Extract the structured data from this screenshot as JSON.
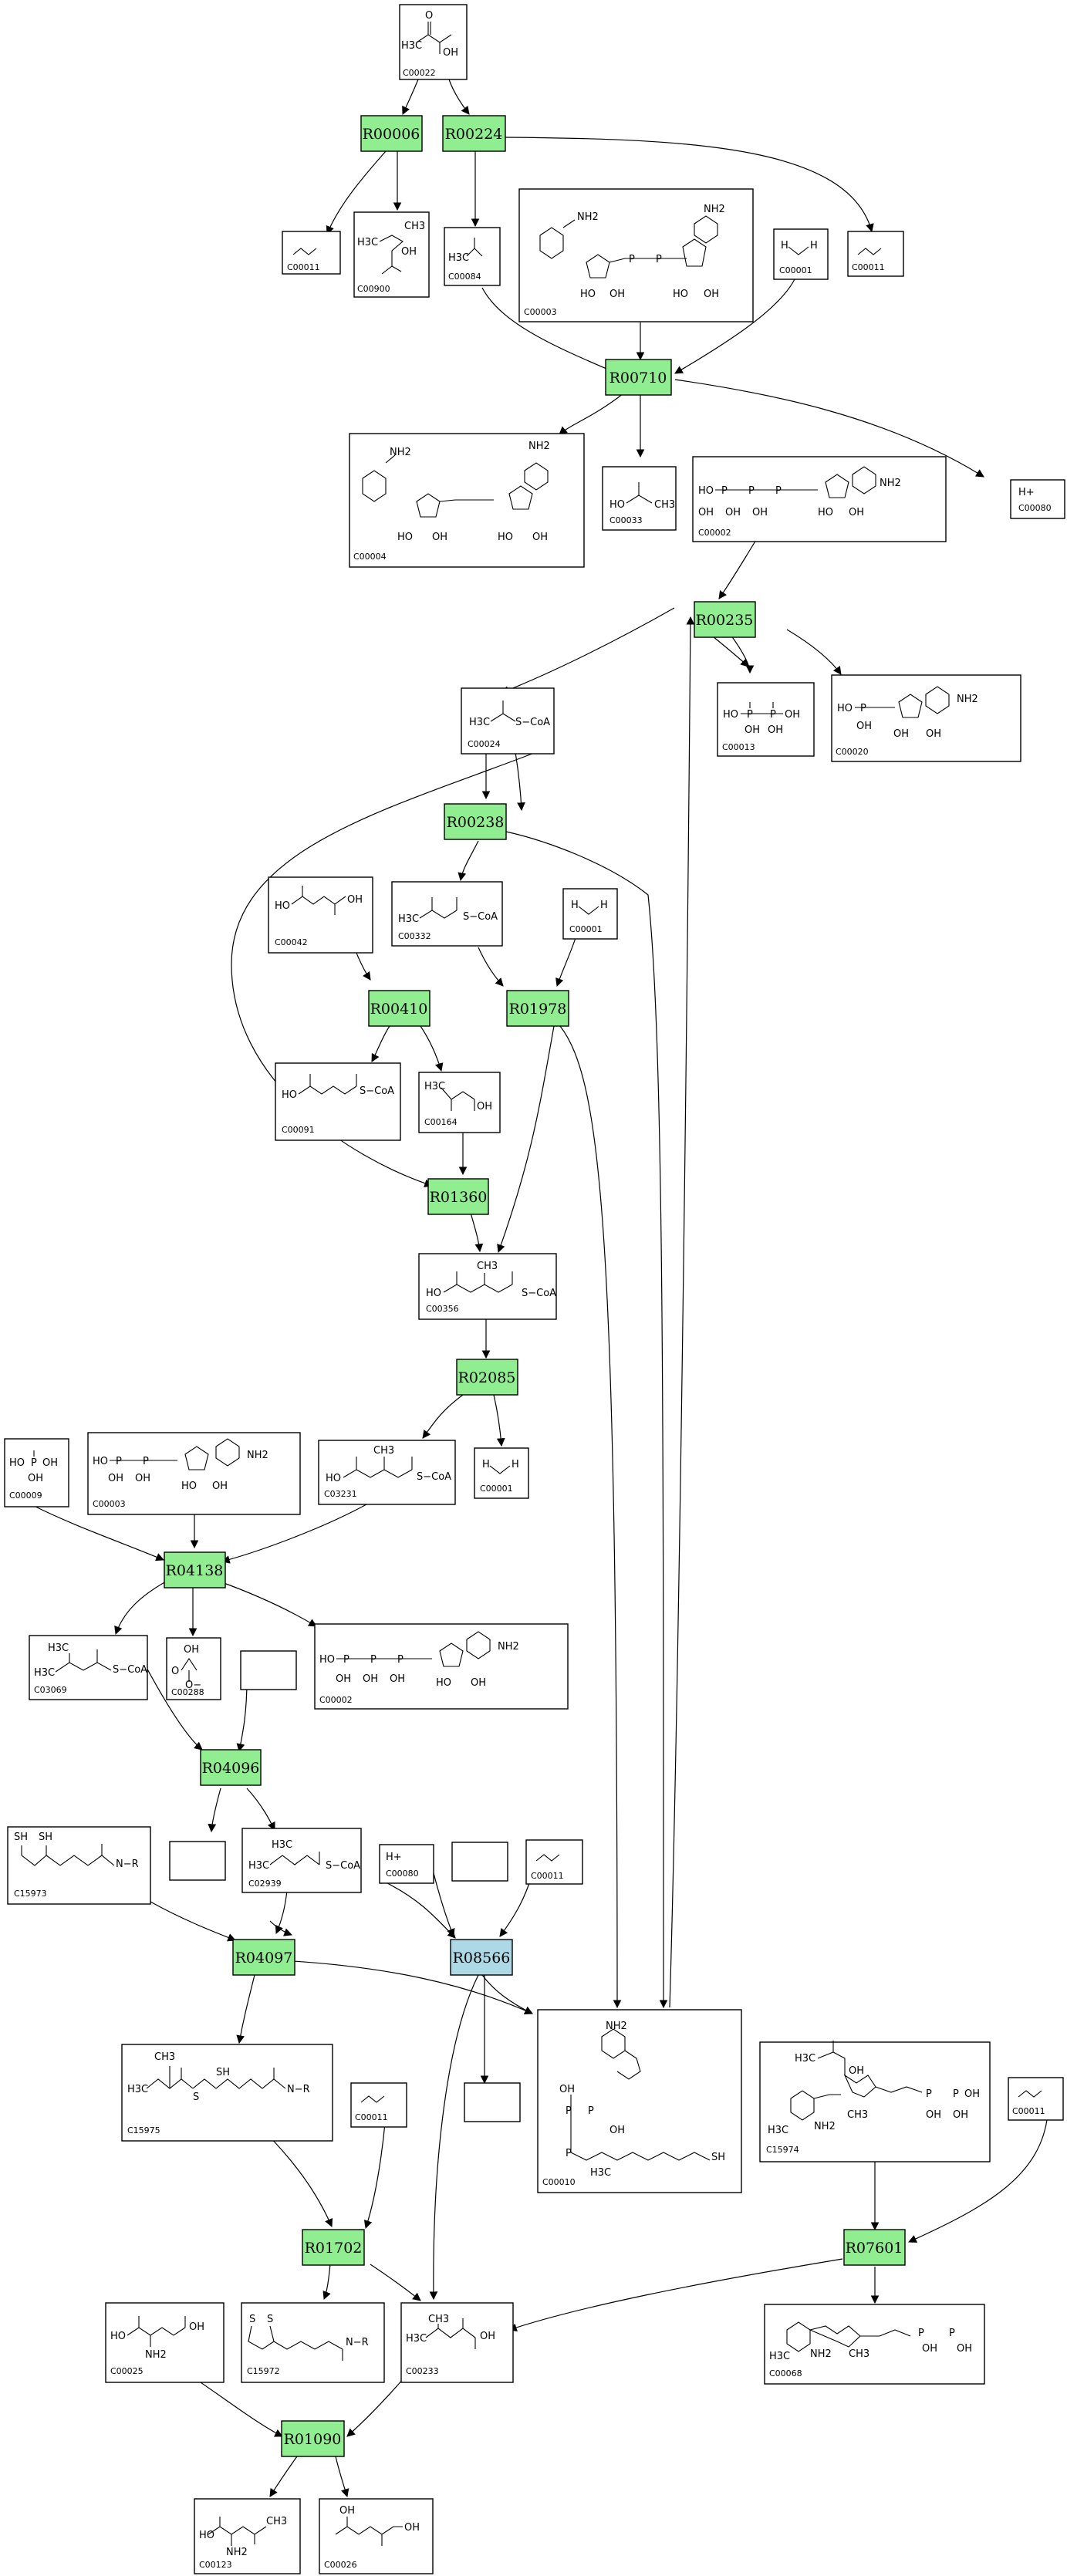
{
  "reactions": [
    {
      "id": "R00006",
      "kind": "green"
    },
    {
      "id": "R00224",
      "kind": "green"
    },
    {
      "id": "R00710",
      "kind": "green"
    },
    {
      "id": "R00235",
      "kind": "green"
    },
    {
      "id": "R00238",
      "kind": "green"
    },
    {
      "id": "R00410",
      "kind": "green"
    },
    {
      "id": "R01978",
      "kind": "green"
    },
    {
      "id": "R01360",
      "kind": "green"
    },
    {
      "id": "R02085",
      "kind": "green"
    },
    {
      "id": "R04138",
      "kind": "green"
    },
    {
      "id": "R04096",
      "kind": "green"
    },
    {
      "id": "R04097",
      "kind": "green"
    },
    {
      "id": "R08566",
      "kind": "blue"
    },
    {
      "id": "R01702",
      "kind": "green"
    },
    {
      "id": "R07601",
      "kind": "green"
    },
    {
      "id": "R01090",
      "kind": "green"
    }
  ],
  "compounds": [
    {
      "key": "c00022",
      "label": "C00022",
      "formula": "H3C-C(=O)-C(=O)OH"
    },
    {
      "key": "c00011a",
      "label": "C00011",
      "formula": "O=C=O"
    },
    {
      "key": "c00900",
      "label": "C00900",
      "formula": "H3C CH3 OH"
    },
    {
      "key": "c00084",
      "label": "C00084",
      "formula": "H3C-CHO"
    },
    {
      "key": "c00003a",
      "label": "C00003",
      "formula": "NAD+"
    },
    {
      "key": "c00001a",
      "label": "C00001",
      "formula": "H-O-H"
    },
    {
      "key": "c00011b",
      "label": "C00011",
      "formula": "O=C=O"
    },
    {
      "key": "c00004",
      "label": "C00004",
      "formula": "NADH"
    },
    {
      "key": "c00033",
      "label": "C00033",
      "formula": "HO-C(=O)CH3"
    },
    {
      "key": "c00002a",
      "label": "C00002",
      "formula": "ATP"
    },
    {
      "key": "c00080a",
      "label": "C00080",
      "formula": "H+"
    },
    {
      "key": "c00024",
      "label": "C00024",
      "formula": "H3C-C(=O)-S-CoA"
    },
    {
      "key": "c00013",
      "label": "C00013",
      "formula": "PPi"
    },
    {
      "key": "c00020",
      "label": "C00020",
      "formula": "AMP"
    },
    {
      "key": "c00042",
      "label": "C00042",
      "formula": "HOOC-CH2CH2-COOH"
    },
    {
      "key": "c00332",
      "label": "C00332",
      "formula": "H3C-C(=O)-CH2-C(=O)-S-CoA"
    },
    {
      "key": "c00001b",
      "label": "C00001",
      "formula": "H-O-H"
    },
    {
      "key": "c00091",
      "label": "C00091",
      "formula": "HO-C(=O)-CH2CH2-C(=O)-S-CoA"
    },
    {
      "key": "c00164",
      "label": "C00164",
      "formula": "H3C-C(=O)-CH2-COOH"
    },
    {
      "key": "c00356",
      "label": "C00356",
      "formula": "HMG-CoA"
    },
    {
      "key": "c00009",
      "label": "C00009",
      "formula": "HO-P(=O)(OH)-OH"
    },
    {
      "key": "c00003b",
      "label": "C00003",
      "formula": "NAD"
    },
    {
      "key": "c03231",
      "label": "C03231",
      "formula": "HO-C(=O)-CH2-C(CH3)=CH-C(=O)-S-CoA"
    },
    {
      "key": "c00001c",
      "label": "C00001",
      "formula": "H-O-H"
    },
    {
      "key": "c03069",
      "label": "C03069",
      "formula": "(CH3)2C=CH-C(=O)-S-CoA"
    },
    {
      "key": "c00288",
      "label": "C00288",
      "formula": "HO-C(=O)-O-"
    },
    {
      "key": "c00002b",
      "label": "C00002",
      "formula": "ATP"
    },
    {
      "key": "c15973",
      "label": "C15973",
      "formula": "SH SH ... N-R"
    },
    {
      "key": "c02939",
      "label": "C02939",
      "formula": "H3C-CH(CH3)-CH2-C(=O)-S-CoA"
    },
    {
      "key": "c00080b",
      "label": "C00080",
      "formula": "H+"
    },
    {
      "key": "c00011c",
      "label": "C00011",
      "formula": "O=C=O"
    },
    {
      "key": "c15975",
      "label": "C15975",
      "formula": "S-isovaleryl-dihydrolipoamide"
    },
    {
      "key": "c00011d",
      "label": "C00011",
      "formula": "O=C=O"
    },
    {
      "key": "c00010",
      "label": "C00010",
      "formula": "CoA-SH"
    },
    {
      "key": "c15974",
      "label": "C15974",
      "formula": "ThDP adduct"
    },
    {
      "key": "c00011e",
      "label": "C00011",
      "formula": "O=C=O"
    },
    {
      "key": "c00025",
      "label": "C00025",
      "formula": "Glutamate"
    },
    {
      "key": "c15972",
      "label": "C15972",
      "formula": "Lipoamide"
    },
    {
      "key": "c00233",
      "label": "C00233",
      "formula": "4-methyl-2-oxopentanoate"
    },
    {
      "key": "c00068",
      "label": "C00068",
      "formula": "ThDP"
    },
    {
      "key": "c00123",
      "label": "C00123",
      "formula": "Leucine"
    },
    {
      "key": "c00026",
      "label": "C00026",
      "formula": "2-Oxoglutarate"
    }
  ],
  "text": {
    "nh2": "NH2",
    "oh": "OH",
    "ho": "HO",
    "h3c": "H3C",
    "ch3": "CH3",
    "scoa": "S−CoA",
    "nr": "N−R",
    "sh": "SH",
    "hplus": "H+",
    "n": "N",
    "o": "O",
    "p": "P",
    "s": "S",
    "h": "H",
    "c": "C",
    "ominus": "O−"
  }
}
